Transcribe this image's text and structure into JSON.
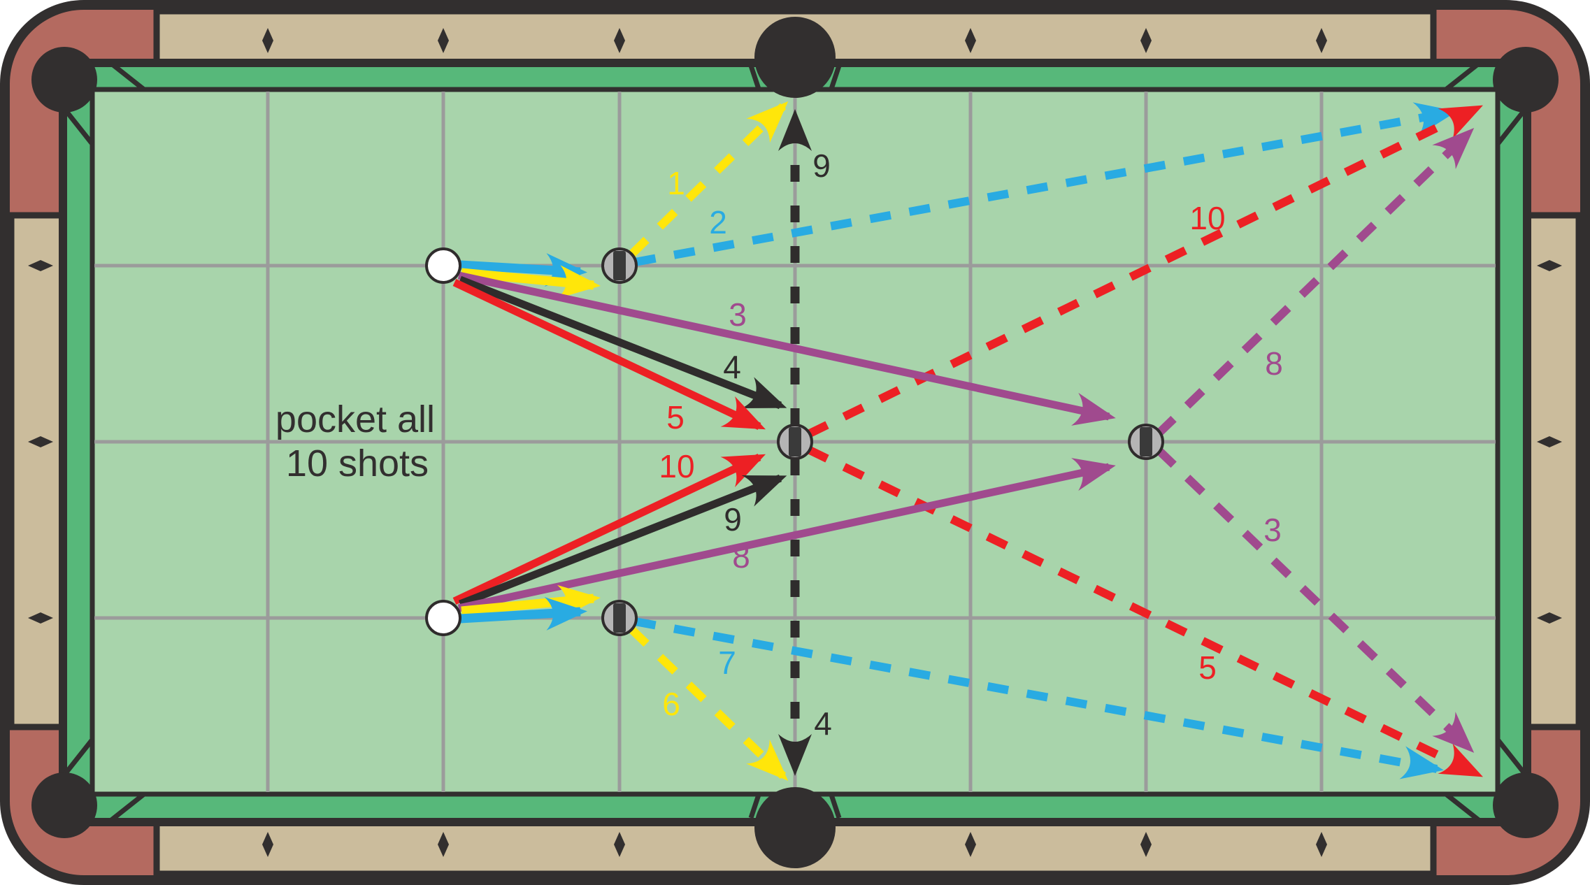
{
  "annotation": {
    "line1": "pocket all",
    "line2": "10 shots"
  },
  "labels": {
    "shot1_path": "1",
    "shot2_path": "2",
    "shot3_aim": "3",
    "shot3_path": "3",
    "shot4_aim": "4",
    "shot4_path": "4",
    "shot5_aim": "5",
    "shot5_path": "5",
    "shot6_path": "6",
    "shot7_path": "7",
    "shot8_aim": "8",
    "shot8_path": "8",
    "shot9_aim": "9",
    "shot9_path": "9",
    "shot10_aim": "10",
    "shot10_path": "10"
  },
  "shots": [
    {
      "number": "1",
      "color": "yellow",
      "aim_line": "solid",
      "object_path": "dashed",
      "target_pocket": "top side pocket"
    },
    {
      "number": "2",
      "color": "cyan",
      "aim_line": "solid",
      "object_path": "dashed",
      "target_pocket": "top right corner pocket"
    },
    {
      "number": "3",
      "color": "purple",
      "aim_line": "solid",
      "object_path": "dashed",
      "target_pocket": "bottom right corner pocket"
    },
    {
      "number": "4",
      "color": "black",
      "aim_line": "solid",
      "object_path": "dashed",
      "target_pocket": "bottom side pocket"
    },
    {
      "number": "5",
      "color": "red",
      "aim_line": "solid",
      "object_path": "dashed",
      "target_pocket": "bottom right corner pocket"
    },
    {
      "number": "6",
      "color": "yellow",
      "aim_line": "solid",
      "object_path": "dashed",
      "target_pocket": "bottom side pocket"
    },
    {
      "number": "7",
      "color": "cyan",
      "aim_line": "solid",
      "object_path": "dashed",
      "target_pocket": "bottom right corner pocket"
    },
    {
      "number": "8",
      "color": "purple",
      "aim_line": "solid",
      "object_path": "dashed",
      "target_pocket": "top right corner pocket"
    },
    {
      "number": "9",
      "color": "black",
      "aim_line": "solid",
      "object_path": "dashed",
      "target_pocket": "top side pocket"
    },
    {
      "number": "10",
      "color": "red",
      "aim_line": "solid",
      "object_path": "dashed",
      "target_pocket": "top right corner pocket"
    }
  ],
  "colors": {
    "frame": "#322f2f",
    "corner_brown": "#b46a60",
    "rail_tan": "#cbbc9c",
    "cushion_green": "#57b87a",
    "felt_green": "#a8d4ab",
    "grid_gray": "#9b9b9b",
    "shot_yellow": "#ffe60a",
    "shot_cyan": "#29abe2",
    "shot_red": "#ed2024",
    "shot_purple": "#a04a8e",
    "shot_black": "#2f2c2c",
    "ball_white": "#ffffff",
    "ball_gray": "#b5b5b5",
    "stripe_dark": "#3a3a3a"
  }
}
